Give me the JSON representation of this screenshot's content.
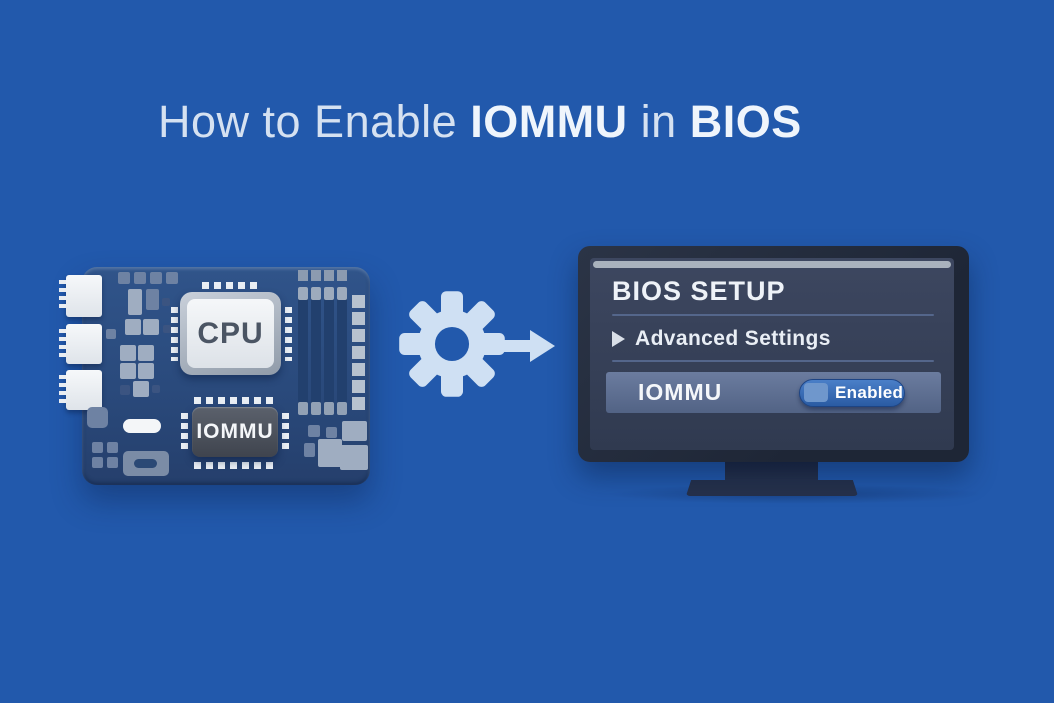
{
  "page": {
    "background_color": "#2259ac",
    "description": "How-to illustration: enabling IOMMU in BIOS"
  },
  "title": {
    "text": "How to Enable IOMMU in BIOS",
    "segments": [
      {
        "text": "How to Enable ",
        "bold": false
      },
      {
        "text": "IOMMU",
        "bold": true
      },
      {
        "text": " in ",
        "bold": false
      },
      {
        "text": "BIOS",
        "bold": true
      }
    ],
    "color": "#d5e1f1"
  },
  "motherboard": {
    "cpu_label": "CPU",
    "iommu_label": "IOMMU",
    "board_color": "#2a4a7c"
  },
  "transition": {
    "gear_icon": "gear",
    "arrow_icon": "arrow-right",
    "icon_color": "#cfe0f3"
  },
  "monitor": {
    "heading": "BIOS SETUP",
    "menu_item": {
      "icon": "triangle-right",
      "label": "Advanced Settings"
    },
    "setting_row": {
      "label": "IOMMU",
      "value": "Enabled"
    },
    "screen_color": "#333d52",
    "highlight_row_color": "#5d6f94",
    "toggle_color": "#3a6fb8"
  }
}
